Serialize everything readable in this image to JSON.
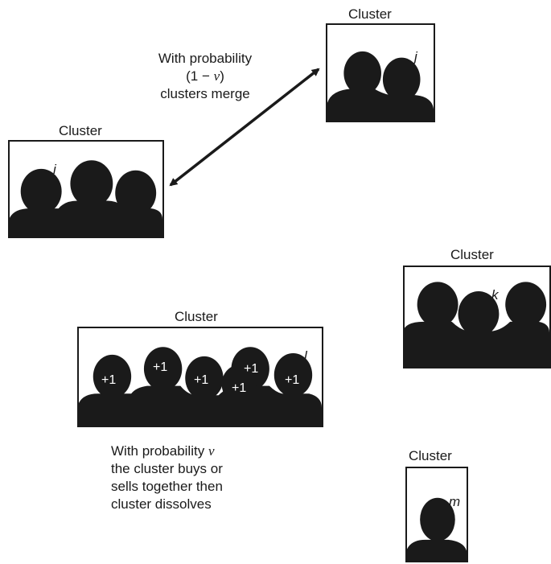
{
  "clusters": {
    "j": {
      "title": "Cluster",
      "letter": "j"
    },
    "i": {
      "title": "Cluster",
      "letter": "i"
    },
    "k": {
      "title": "Cluster",
      "letter": "k"
    },
    "l": {
      "title": "Cluster",
      "letter": "l",
      "plus_labels": [
        "+1",
        "+1",
        "+1",
        "+1",
        "+1",
        "+1"
      ]
    },
    "m": {
      "title": "Cluster",
      "letter": "m"
    }
  },
  "merge_note": {
    "line1": "With probability",
    "line2_open": "(1 − ",
    "line2_var": "v",
    "line2_close": ")",
    "line3": "clusters merge"
  },
  "buy_note": {
    "line1_text": "With probability ",
    "line1_var": "v",
    "line2": "the cluster buys or",
    "line3": "sells together then",
    "line4": "cluster dissolves"
  },
  "colors": {
    "ink": "#1a1a1a",
    "background": "#ffffff"
  }
}
